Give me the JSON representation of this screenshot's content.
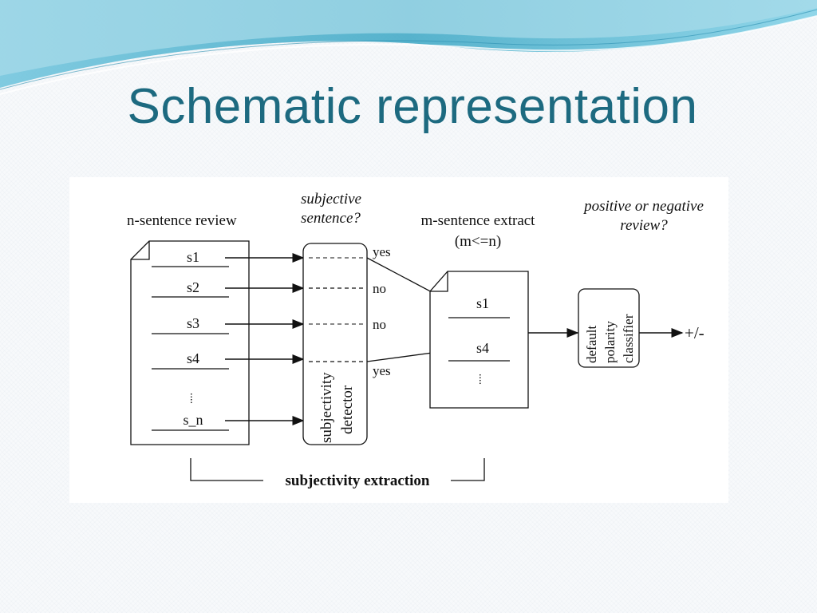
{
  "slide": {
    "title": "Schematic representation"
  },
  "diagram": {
    "review_label": "n-sentence review",
    "question_subjective": [
      "subjective",
      "sentence?"
    ],
    "extract_label": [
      "m-sentence extract",
      "(m<=n)"
    ],
    "question_polarity": [
      "positive or negative",
      "review?"
    ],
    "review_sentences": [
      "s1",
      "s2",
      "s3",
      "s4",
      "....",
      "s_n"
    ],
    "detector_label": [
      "subjectivity",
      "detector"
    ],
    "decisions": [
      "yes",
      "no",
      "no",
      "yes"
    ],
    "extract_sentences": [
      "s1",
      "s4",
      "...."
    ],
    "classifier_label": [
      "default",
      "polarity",
      "classifier"
    ],
    "output_label": "+/-",
    "bracket_label": "subjectivity extraction"
  },
  "colors": {
    "title": "#1d6a80",
    "wave_dark": "#3aa6c4",
    "wave_light": "#a9dcea"
  }
}
